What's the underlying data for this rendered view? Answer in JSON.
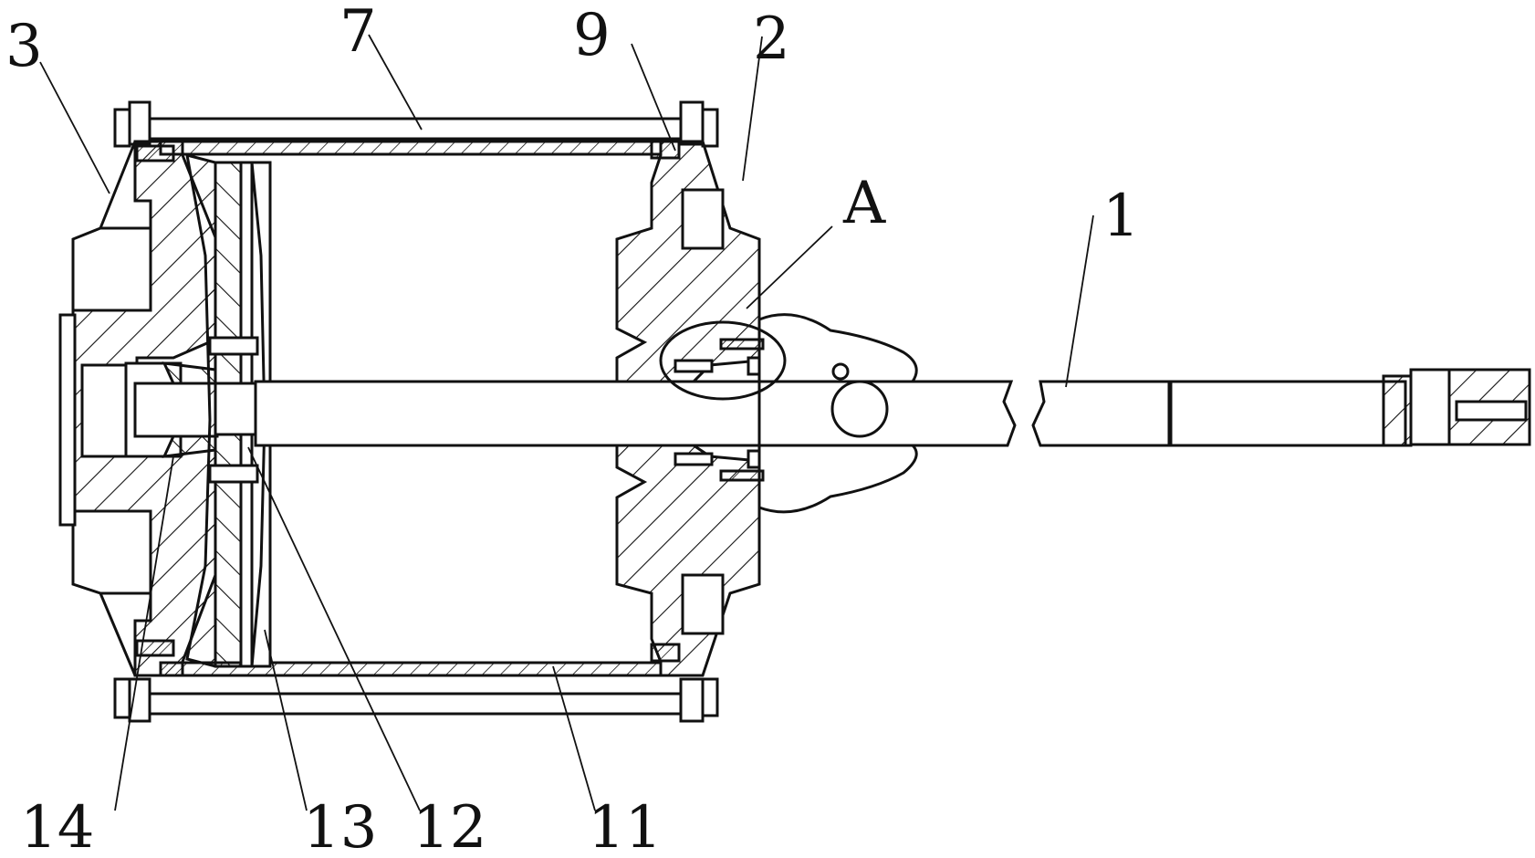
{
  "diagram": {
    "labels": {
      "rod": "1",
      "end_cap_right": "2",
      "end_cap_left": "3",
      "tie_rod": "7",
      "seal_right": "9",
      "cylinder_barrel": "11",
      "piston_rod_nut": "12",
      "piston": "13",
      "seal_left": "14",
      "detail_a": "A"
    },
    "colors": {
      "line": "#111111",
      "background": "#ffffff"
    }
  }
}
